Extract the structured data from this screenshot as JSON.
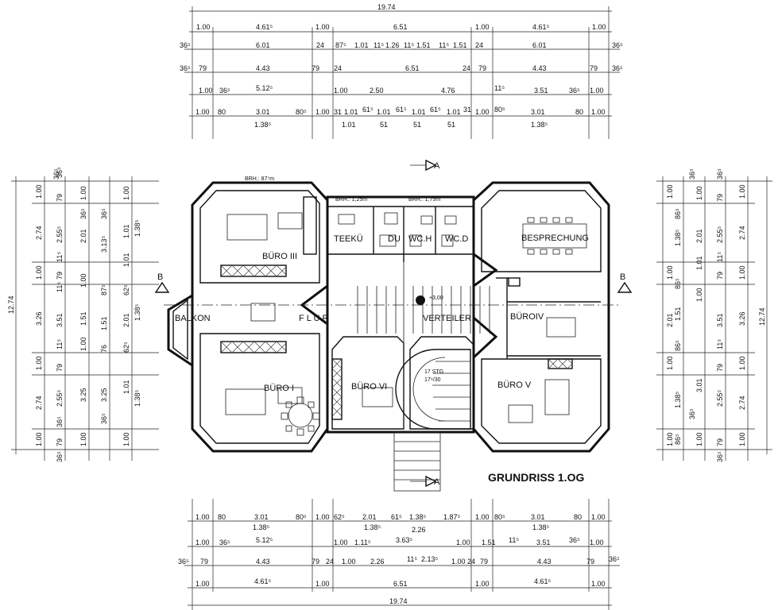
{
  "title": "GRUNDRISS 1.OG",
  "rooms": {
    "buero1": "BÜRO I",
    "buero3": "BÜRO III",
    "buero4": "BÜROIV",
    "buero5": "BÜRO V",
    "buero6": "BÜRO VI",
    "balkon": "BALKON",
    "besprechung": "BESPRECHUNG",
    "teekue": "TEEKÜ",
    "du": "DU",
    "wch": "WC.H",
    "wcd": "WC.D",
    "flur_left": "F L U R",
    "flur_right": "VERTEILER"
  },
  "labels": {
    "brh1": "BRH.: 87⁵m",
    "brh2": "BRH.: 1,25m",
    "brh3": "BRH.: 1,75m",
    "level": "+3,00",
    "stair": "17 STG",
    "stair2": "17⁹/30",
    "sec_a_top": "A",
    "sec_a_bot": "A",
    "sec_b_left": "B",
    "sec_b_right": "B"
  },
  "dims": {
    "top": {
      "total": "19.74",
      "row1": [
        "1.00",
        "4.61⁵",
        "1.00",
        "6.51",
        "1.00",
        "4.61⁵",
        "1.00"
      ],
      "row2": [
        "36⁵",
        "6.01",
        "24",
        "87⁵",
        "1.01",
        "11⁵",
        "1.26",
        "11⁵",
        "1.51",
        "11⁵",
        "1.51",
        "24",
        "6.01",
        "36⁵"
      ],
      "row3": [
        "36⁵",
        "79",
        "4.43",
        "79",
        "24",
        "6.51",
        "24",
        "79",
        "4.43",
        "79",
        "36⁵"
      ],
      "row4": [
        "1.00",
        "36⁵",
        "5.12⁵",
        "1.00",
        "2.50",
        "4.76",
        "11⁵",
        "3.51",
        "36⁵",
        "1.00"
      ],
      "row5": [
        "1.00",
        "80",
        "3.01",
        "80⁵",
        "1.00",
        "31",
        "1.01",
        "61⁵",
        "1.01",
        "61⁵",
        "1.01",
        "61⁵",
        "1.01",
        "31",
        "1.00",
        "80⁵",
        "3.01",
        "80",
        "1.00"
      ],
      "row6": [
        "1.38⁵",
        "1.01",
        "51",
        "51",
        "51",
        "1.38⁵"
      ]
    },
    "bottom": {
      "total": "19.74",
      "row1": [
        "1.00",
        "80",
        "3.01",
        "80⁵",
        "1.00",
        "62⁵",
        "2.01",
        "61⁵",
        "1.38⁵",
        "1.87⁵",
        "1.00",
        "80⁵",
        "3.01",
        "80",
        "1.00"
      ],
      "row1b": [
        "1.38⁵",
        "1.38⁵",
        "2.26",
        "1.38⁵"
      ],
      "row2": [
        "1.00",
        "36⁵",
        "5.12⁵",
        "1.00",
        "1.11⁵",
        "3.63⁵",
        "1.00",
        "1.51",
        "11⁵",
        "3.51",
        "36⁵",
        "1.00"
      ],
      "row3": [
        "36⁵",
        "79",
        "4.43",
        "79",
        "24",
        "1.00",
        "2.26",
        "11⁵",
        "2.13⁵",
        "1.00",
        "24",
        "79",
        "4.43",
        "79",
        "36⁵"
      ],
      "row4": [
        "1.00",
        "4.61⁵",
        "1.00",
        "6.51",
        "1.00",
        "4.61⁵",
        "1.00"
      ]
    },
    "left": {
      "total": "12.74",
      "col1": [
        "1.00",
        "2.74",
        "1.00",
        "3.26",
        "1.00",
        "2.74",
        "1.00"
      ],
      "col2": [
        "36⁵",
        "79",
        "2.55⁵",
        "11⁵",
        "79",
        "11⁵",
        "3.51",
        "11⁵",
        "79",
        "2.55⁵",
        "36⁵",
        "79",
        "36⁵"
      ],
      "col3": [
        "36⁵",
        "1.00",
        "2.01",
        "1.00",
        "1.51",
        "1.00",
        "3.25",
        "1.00"
      ],
      "col4": [
        "36⁵",
        "3.13⁵",
        "87⁵",
        "1.51",
        "76",
        "3.25",
        "36⁵"
      ],
      "col5": [
        "1.00",
        "1.01",
        "1.01",
        "62⁵",
        "2.01",
        "62⁵",
        "1.01",
        "1.00"
      ],
      "col6": [
        "36⁵",
        "1.38⁵",
        "1.38⁵",
        "1.38⁵"
      ]
    },
    "right": {
      "total": "12.74",
      "col1": [
        "1.00",
        "2.74",
        "1.00",
        "3.26",
        "1.00",
        "2.74",
        "1.00"
      ],
      "col2": [
        "36⁵",
        "79",
        "2.55⁵",
        "11⁵",
        "79",
        "3.51",
        "11⁵",
        "79",
        "2.55⁵",
        "79",
        "36⁵"
      ],
      "col3": [
        "1.00",
        "2.01",
        "1.01",
        "1.00",
        "3.01",
        "1.00"
      ],
      "col4": [
        "86⁵",
        "1.38⁵",
        "86⁵",
        "1.51",
        "2.01",
        "86⁵",
        "1.38⁵",
        "86⁵"
      ],
      "col5": [
        "1.00",
        "36⁵",
        "1.00",
        "1.00",
        "36⁵",
        "1.00"
      ]
    }
  }
}
